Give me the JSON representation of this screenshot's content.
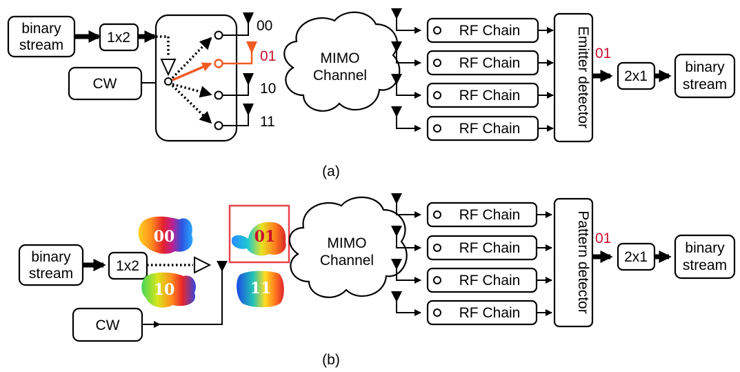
{
  "panel_a": {
    "caption": "(a)",
    "input_label_line1": "binary",
    "input_label_line2": "stream",
    "mux_label": "1x2",
    "cw_label": "CW",
    "antenna_labels": [
      "00",
      "01",
      "10",
      "11"
    ],
    "channel_line1": "MIMO",
    "channel_line2": "Channel",
    "rf_chains": [
      "RF Chain",
      "RF Chain",
      "RF Chain",
      "RF Chain"
    ],
    "detector_label": "Emitter detector",
    "detected_bits": "01",
    "demux_label": "2x1",
    "output_label_line1": "binary",
    "output_label_line2": "stream"
  },
  "panel_b": {
    "caption": "(b)",
    "input_label_line1": "binary",
    "input_label_line2": "stream",
    "mux_label": "1x2",
    "cw_label": "CW",
    "pattern_labels": [
      "00",
      "10",
      "01",
      "11"
    ],
    "channel_line1": "MIMO",
    "channel_line2": "Channel",
    "rf_chains": [
      "RF Chain",
      "RF Chain",
      "RF Chain",
      "RF Chain"
    ],
    "detector_label": "Pattern detector",
    "detected_bits": "01",
    "demux_label": "2x1",
    "output_label_line1": "binary",
    "output_label_line2": "stream"
  },
  "colors": {
    "highlight_red": "#c8102e",
    "selected_path_orange": "#f05a23",
    "pattern_box_red": "#e8414b"
  }
}
